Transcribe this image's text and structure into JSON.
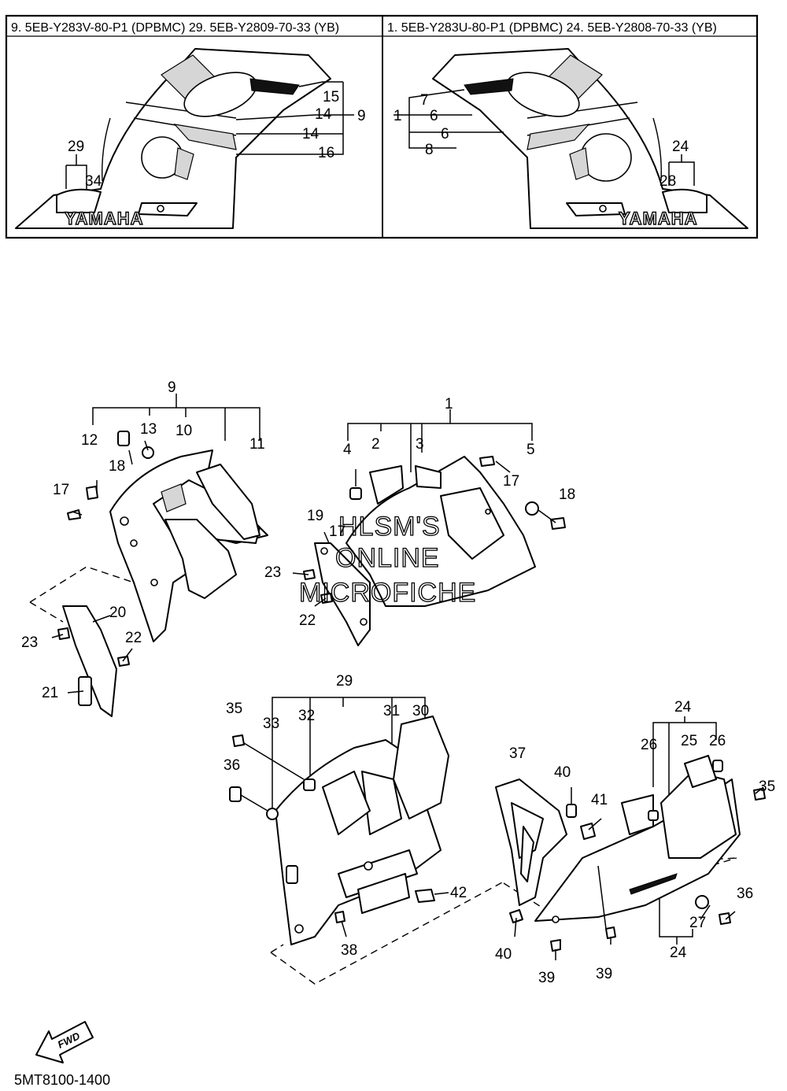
{
  "header": {
    "left_title": "9. 5EB-Y283V-80-P1 (DPBMC)  29. 5EB-Y2809-70-33 (YB)",
    "right_title": "1. 5EB-Y283U-80-P1 (DPBMC)  24. 5EB-Y2808-70-33 (YB)"
  },
  "inset_left": {
    "brand": "YAMAHA",
    "callouts": [
      "15",
      "14",
      "9",
      "14",
      "16",
      "29",
      "34"
    ]
  },
  "inset_right": {
    "brand": "YAMAHA",
    "callouts": [
      "7",
      "1",
      "6",
      "6",
      "8",
      "24",
      "28"
    ]
  },
  "watermark": [
    "HLSM'S",
    "ONLINE",
    "MICROFICHE"
  ],
  "callouts": {
    "upper_left": [
      "9",
      "13",
      "10",
      "12",
      "11",
      "18",
      "17",
      "20",
      "23",
      "22",
      "21"
    ],
    "upper_right": [
      "1",
      "2",
      "3",
      "4",
      "5",
      "17",
      "18",
      "19",
      "17",
      "23",
      "22"
    ],
    "lower_left": [
      "29",
      "35",
      "33",
      "32",
      "31",
      "30",
      "36",
      "42",
      "38"
    ],
    "lower_right": [
      "24",
      "26",
      "25",
      "26",
      "37",
      "40",
      "41",
      "35",
      "36",
      "27",
      "24",
      "40",
      "39",
      "39"
    ]
  },
  "fwd_label": "FWD",
  "diagram_code": "5MT8100-1400"
}
